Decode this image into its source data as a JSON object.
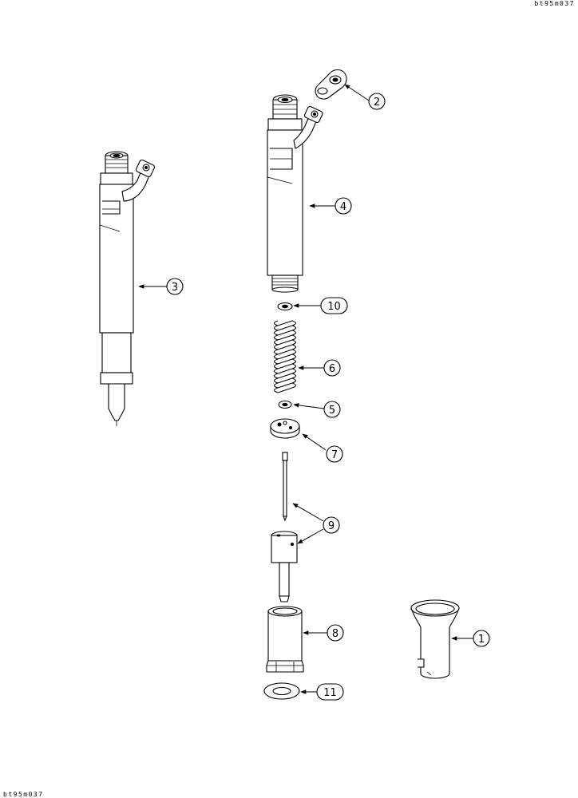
{
  "drawing_codes": {
    "top_right": "bt95m037",
    "bottom_left": "bt95m037"
  },
  "callouts": {
    "c1": "1",
    "c2": "2",
    "c3": "3",
    "c4": "4",
    "c5": "5",
    "c6": "6",
    "c7": "7",
    "c8": "8",
    "c9": "9",
    "c10": "10",
    "c11": "11"
  }
}
